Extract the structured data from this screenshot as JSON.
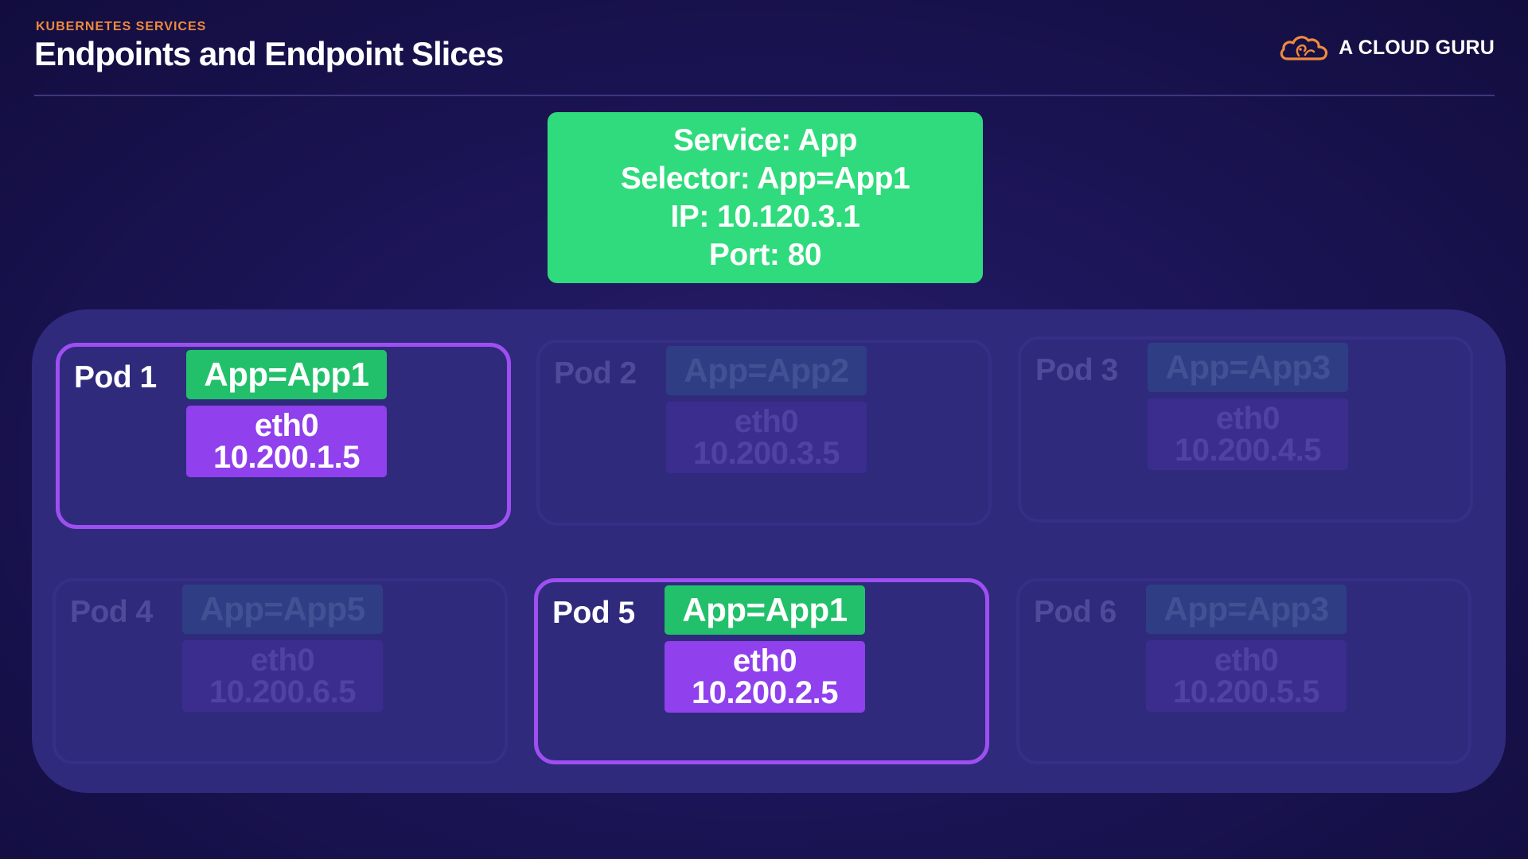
{
  "header": {
    "eyebrow": "KUBERNETES SERVICES",
    "title": "Endpoints and Endpoint Slices",
    "brand": "A CLOUD GURU"
  },
  "service": {
    "lines": [
      "Service: App",
      "Selector: App=App1",
      "IP: 10.120.3.1",
      "Port: 80"
    ]
  },
  "pods": [
    {
      "name": "Pod 1",
      "label": "App=App1",
      "iface": "eth0",
      "ip": "10.200.1.5",
      "selected": true
    },
    {
      "name": "Pod 2",
      "label": "App=App2",
      "iface": "eth0",
      "ip": "10.200.3.5",
      "selected": false
    },
    {
      "name": "Pod 3",
      "label": "App=App3",
      "iface": "eth0",
      "ip": "10.200.4.5",
      "selected": false
    },
    {
      "name": "Pod 4",
      "label": "App=App5",
      "iface": "eth0",
      "ip": "10.200.6.5",
      "selected": false
    },
    {
      "name": "Pod 5",
      "label": "App=App1",
      "iface": "eth0",
      "ip": "10.200.2.5",
      "selected": true
    },
    {
      "name": "Pod 6",
      "label": "App=App3",
      "iface": "eth0",
      "ip": "10.200.5.5",
      "selected": false
    }
  ],
  "colors": {
    "service_green": "#2fdb7c",
    "label_green": "#22c06b",
    "eth_purple": "#9040ec",
    "selected_border": "#9e4ff2",
    "accent_orange": "#f08a3c"
  }
}
